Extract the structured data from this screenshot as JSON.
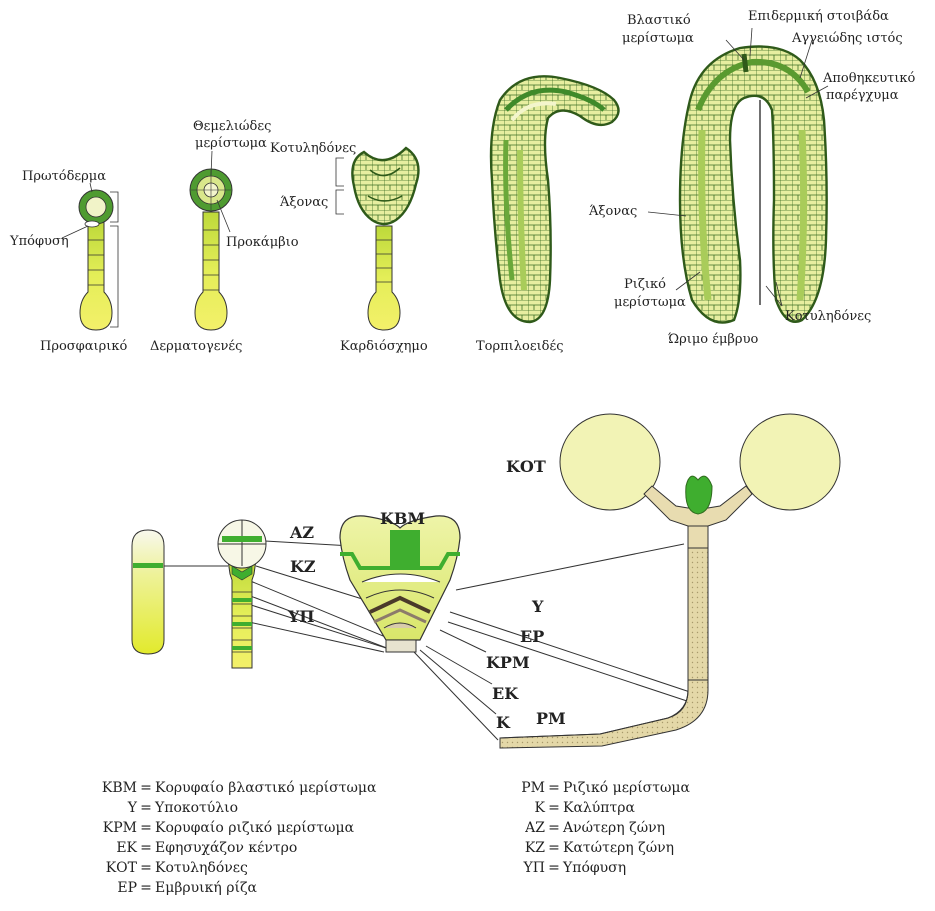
{
  "stages": {
    "globular": "Προσφαιρικό",
    "dermatogen": "Δερματογενές",
    "heart": "Καρδιόσχημο",
    "torpedo": "Τορπιλοειδές",
    "mature": "Ώριμο έμβρυο"
  },
  "labels": {
    "protoderm": "Πρωτόδερμα",
    "hypophysis": "Υπόφυση",
    "ground_meristem_1": "Θεμελιώδες",
    "ground_meristem_2": "μερίστωμα",
    "procambium": "Προκάμβιο",
    "cotyledons": "Κοτυληδόνες",
    "axis": "Άξονας",
    "shoot_meristem_1": "Βλαστικό",
    "shoot_meristem_2": "μερίστωμα",
    "epidermal_layer": "Επιδερμική στοιβάδα",
    "vascular_tissue": "Αγγειώδης ιστός",
    "storage_parenchyma_1": "Αποθηκευτικό",
    "storage_parenchyma_2": "παρέγχυμα",
    "axis_mature": "Άξονας",
    "root_meristem_1": "Ριζικό",
    "root_meristem_2": "μερίστωμα",
    "cotyledons_mature": "Κοτυληδόνες"
  },
  "abbr_labels": {
    "KOT": "ΚΟΤ",
    "KBM": "ΚΒΜ",
    "AZ": "ΑΖ",
    "KZ": "ΚΖ",
    "YP": "ΥΠ",
    "Y": "Υ",
    "EP": "ΕΡ",
    "KRM": "ΚΡΜ",
    "EK": "ΕΚ",
    "K": "Κ",
    "RM": "ΡΜ"
  },
  "legend_left": [
    {
      "abbr": "ΚΒΜ",
      "text": "Κορυφαίο βλαστικό μερίστωμα"
    },
    {
      "abbr": "Υ",
      "text": "Υποκοτύλιο"
    },
    {
      "abbr": "ΚΡΜ",
      "text": "Κορυφαίο ριζικό μερίστωμα"
    },
    {
      "abbr": "ΕΚ",
      "text": "Εφησυχάζον κέντρο"
    },
    {
      "abbr": "ΚΟΤ",
      "text": "Κοτυληδόνες"
    },
    {
      "abbr": "ΕΡ",
      "text": "Εμβρυική ρίζα"
    }
  ],
  "legend_right": [
    {
      "abbr": "ΡΜ",
      "text": "Ριζικό μερίστωμα"
    },
    {
      "abbr": "Κ",
      "text": "Καλύπτρα"
    },
    {
      "abbr": "ΑΖ",
      "text": "Ανώτερη ζώνη"
    },
    {
      "abbr": "ΚΖ",
      "text": "Κατώτερη ζώνη"
    },
    {
      "abbr": "ΥΠ",
      "text": "Υπόφυση"
    }
  ],
  "legend_sep": "=",
  "colors": {
    "yellow_fill": "#e6ec3a",
    "pale_fill": "#f2f3b5",
    "green_meristem": "#3fae2f",
    "dark_green": "#2f6a1d",
    "mid_green": "#8fbf4a",
    "tan_root": "#d8ccaa",
    "outline": "#333333"
  }
}
